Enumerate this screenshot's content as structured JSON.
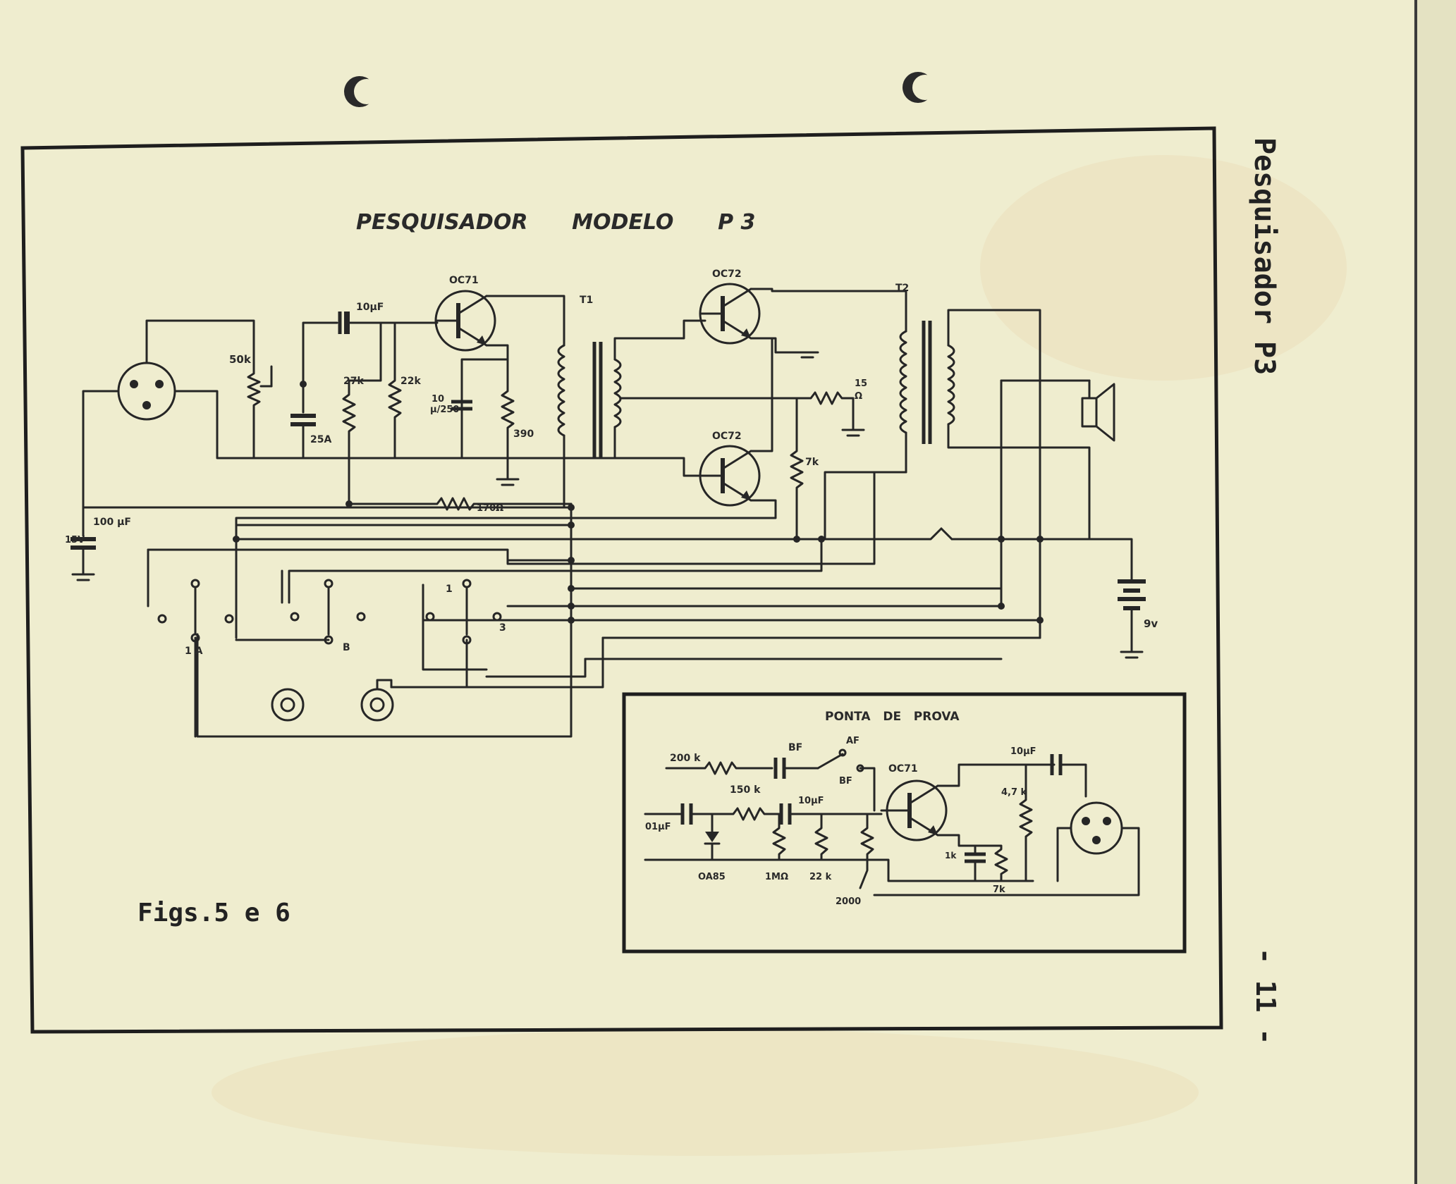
{
  "title": "PESQUISADOR      MODELO      P 3",
  "side_title": "Pesquisador P3",
  "page_number": "- 11 -",
  "figure_caption": "Figs.5 e 6",
  "inset_title": "PONTA   DE   PROVA",
  "components": {
    "oc71_main": "OC71",
    "oc72_top": "OC72",
    "oc72_bottom": "OC72",
    "oc71_probe": "OC71",
    "t1": "T1",
    "t2": "T2",
    "pot_50k": "50k",
    "cap_10uf": "10µF",
    "cap_25a": "25A",
    "res_27k": "27k",
    "res_22k": "22k",
    "cap_mid": "10",
    "cap_mid2": "µ/250",
    "res_390": "390",
    "res_15": "15",
    "res_15b": "Ω",
    "res_7k": "7k",
    "res_170": "170Ω",
    "cap_100": "100 µF",
    "cap_15v": "15V",
    "bat_9v": "9v",
    "probe_200k": "200 k",
    "probe_150k": "150 k",
    "probe_bf": "BF",
    "probe_af": "AF",
    "probe_bf2": "BF",
    "probe_10uf_a": "10µF",
    "probe_10uf_b": "10µF",
    "probe_01uf": "01µF",
    "probe_47k": "4,7 k",
    "probe_1k": "1k",
    "probe_2k": "7k",
    "probe_oa85": "OA85",
    "probe_res1": "1MΩ",
    "probe_res2": "22 k",
    "probe_res3": "2000",
    "switch_1": "1 A",
    "switch_2": "B",
    "switch_3": "3",
    "switch_4": "1"
  }
}
